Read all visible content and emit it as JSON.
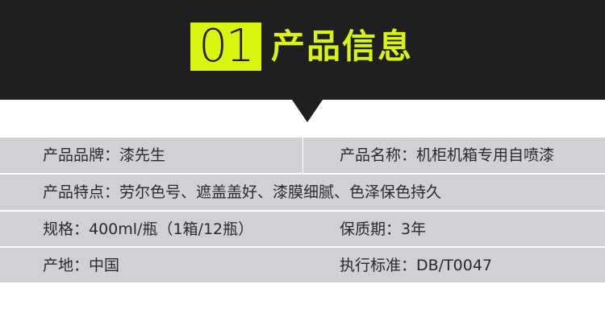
{
  "header": {
    "number": "01",
    "title": "产品信息"
  },
  "specs": {
    "brand": "产品品牌：漆先生",
    "name": "产品名称：机柜机箱专用自喷漆",
    "features": "产品特点：劳尔色号、遮盖盖好、漆膜细腻、色泽保色持久",
    "size": "规格：400ml/瓶（1箱/12瓶）",
    "shelf_life": "保质期：3年",
    "origin": "产地：中国",
    "standard": "执行标准：DB/T0047"
  },
  "colors": {
    "header_bg": "#1f1f21",
    "accent": "#d9f50f",
    "row_bg": "#cfd1d4"
  }
}
